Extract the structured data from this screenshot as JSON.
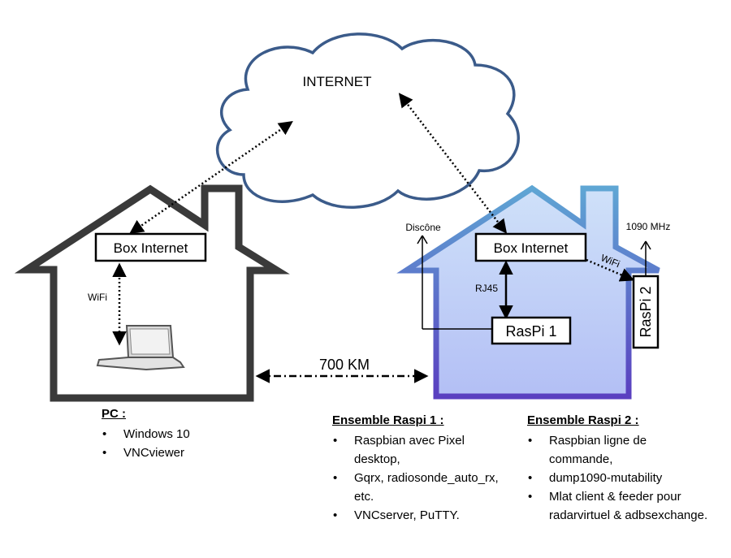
{
  "cloud": {
    "label": "INTERNET"
  },
  "left_house": {
    "box_label": "Box Internet",
    "wifi_label": "WiFi"
  },
  "right_house": {
    "box_label": "Box Internet",
    "raspi1_label": "RasPi 1",
    "raspi2_label": "RasPi 2",
    "rj45_label": "RJ45",
    "wifi_label": "WiFi",
    "antenna1_label": "Discône",
    "antenna2_label": "1090 MHz"
  },
  "distance_label": "700 KM",
  "captions": {
    "pc": {
      "title": "PC :",
      "items": [
        "Windows 10",
        "VNCviewer"
      ]
    },
    "raspi1": {
      "title": "Ensemble Raspi 1 :",
      "items": [
        "Raspbian avec Pixel desktop,",
        "Gqrx, radiosonde_auto_rx, etc.",
        "VNCserver, PuTTY."
      ]
    },
    "raspi2": {
      "title": "Ensemble Raspi 2 :",
      "items": [
        "Raspbian ligne de commande,",
        "dump1090-mutability",
        "Mlat client & feeder pour radarvirtuel & adbsexchange."
      ]
    }
  },
  "colors": {
    "cloud_stroke": "#3b5b8a",
    "left_house_stroke": "#3a3a3a",
    "right_house_top": "#5fa6d4",
    "right_house_bottom": "#5a3fc0",
    "right_house_fill_top": "#c6dcf8",
    "right_house_fill_bottom": "#b7c4f6"
  }
}
